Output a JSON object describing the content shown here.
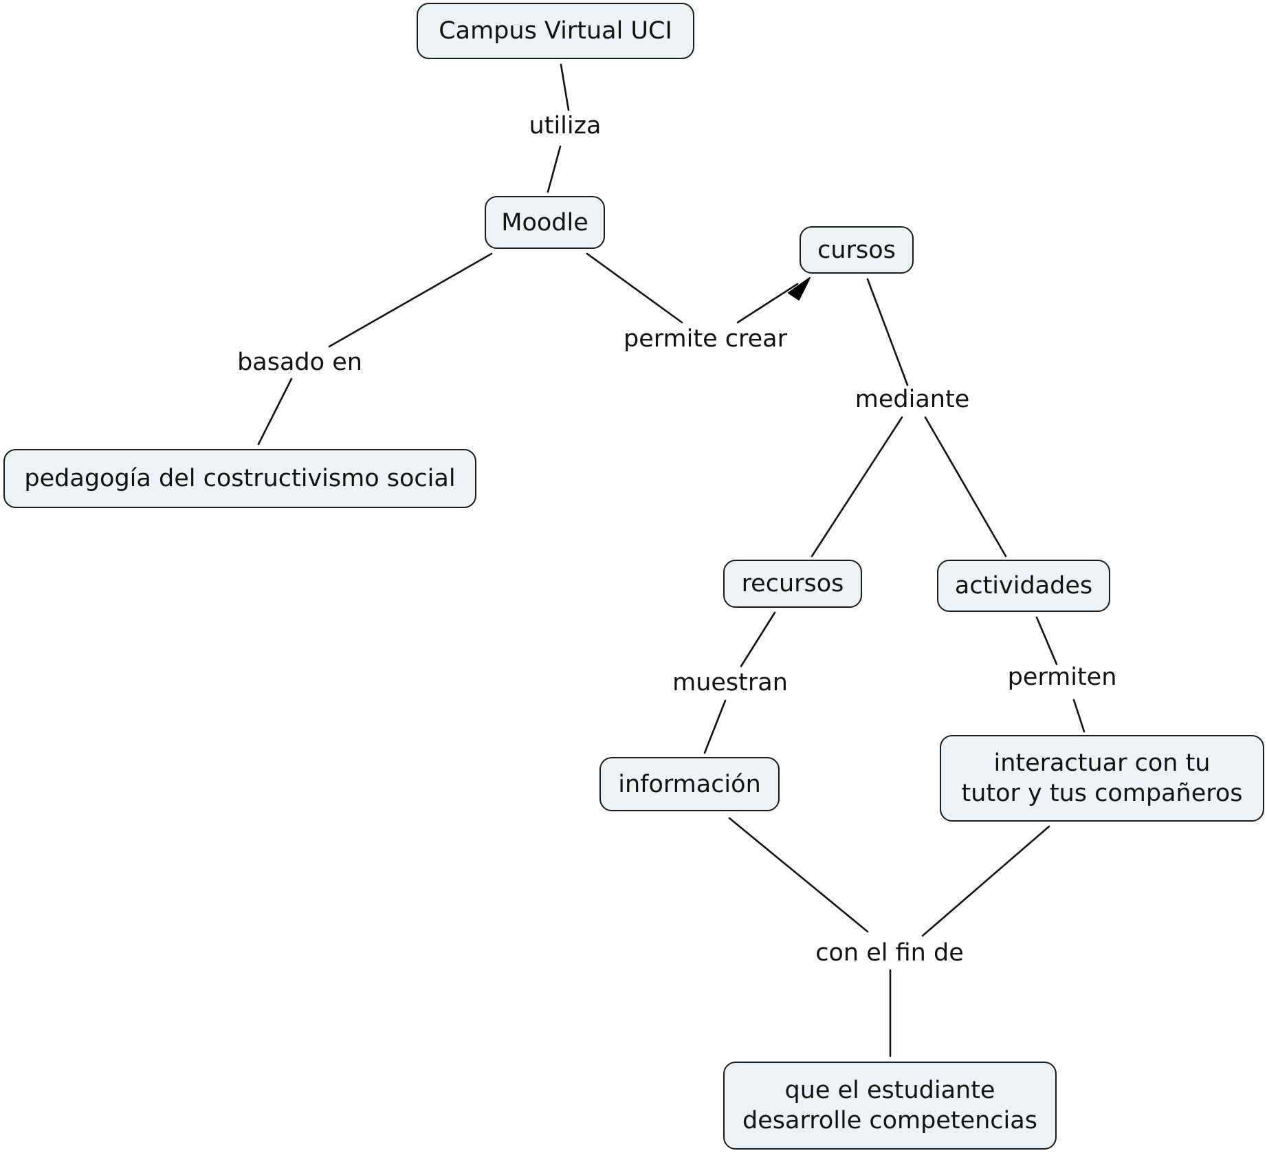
{
  "nodes": {
    "campus": "Campus Virtual UCI",
    "moodle": "Moodle",
    "cursos": "cursos",
    "pedagogia": "pedagogía del costructivismo social",
    "recursos": "recursos",
    "actividades": "actividades",
    "informacion": "información",
    "interactuar": "interactuar con tu\ntutor y tus compañeros",
    "estudiante": "que el estudiante\ndesarrolle competencias"
  },
  "links": {
    "utiliza": "utiliza",
    "basado_en": "basado en",
    "permite_crear": "permite crear",
    "mediante": "mediante",
    "muestran": "muestran",
    "permiten": "permiten",
    "con_el_fin_de": "con el fin de"
  },
  "colors": {
    "node_fill": "#edf3f5",
    "stroke": "#1a1a1a"
  }
}
